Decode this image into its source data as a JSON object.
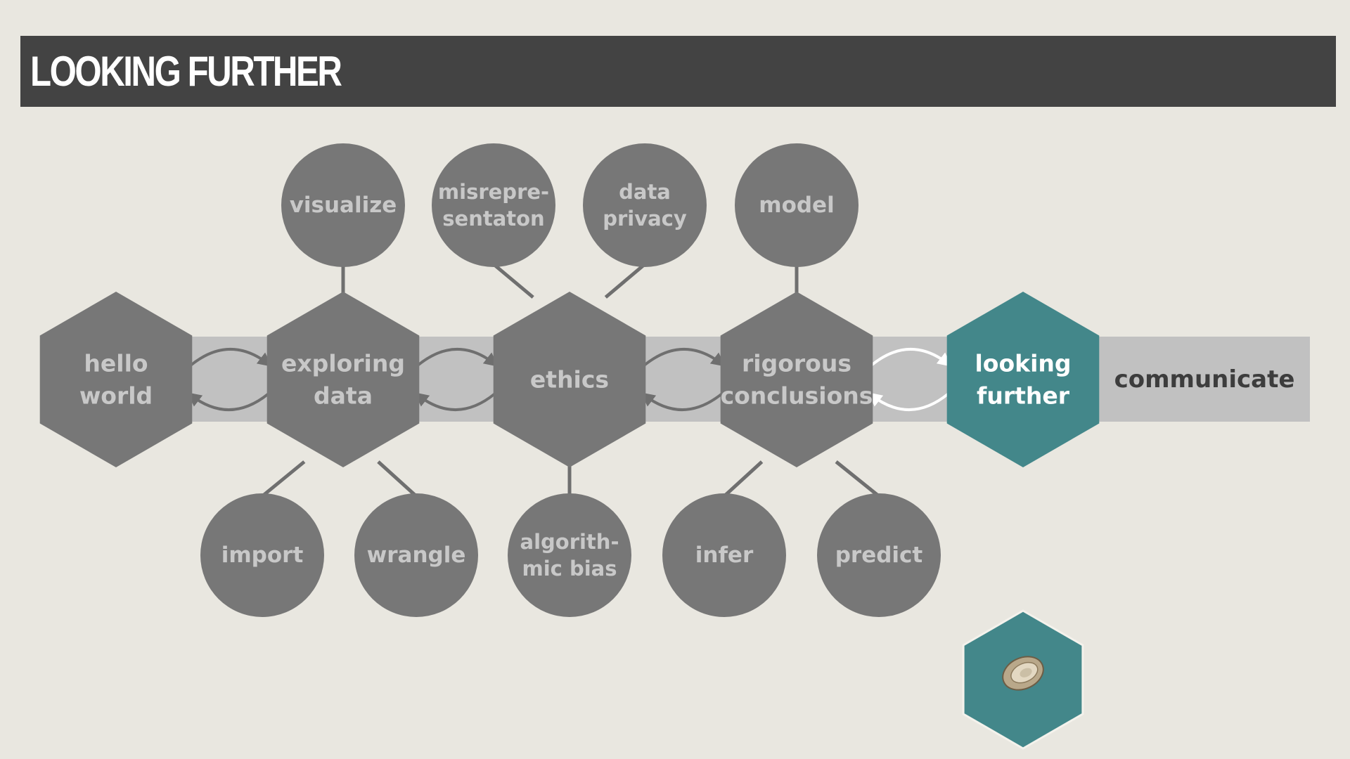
{
  "title": "LOOKING FURTHER",
  "colors": {
    "background": "#e9e7e0",
    "title_bar": "#434343",
    "node_fill": "#777777",
    "node_text": "#c8c8c8",
    "active_fill": "#43878a",
    "active_text": "#ffffff",
    "track": "#c1c1c1",
    "arrow": "#6f6f6f",
    "arrow_active": "#ffffff",
    "upcoming_text": "#3d3d3d"
  },
  "main_nodes": [
    {
      "id": "hello-world",
      "lines": [
        "hello",
        "world"
      ]
    },
    {
      "id": "exploring-data",
      "lines": [
        "exploring",
        "data"
      ]
    },
    {
      "id": "ethics",
      "lines": [
        "ethics"
      ]
    },
    {
      "id": "rigorous-conclusions",
      "lines": [
        "rigorous",
        "conclusions"
      ]
    },
    {
      "id": "looking-further",
      "lines": [
        "looking",
        "further"
      ],
      "active": true
    }
  ],
  "upcoming": {
    "id": "communicate",
    "label": "communicate"
  },
  "top_topics": [
    {
      "id": "visualize",
      "lines": [
        "visualize"
      ],
      "parent": "exploring-data"
    },
    {
      "id": "misrepresentation",
      "lines": [
        "misrepre-",
        "sentaton"
      ],
      "parent": "ethics"
    },
    {
      "id": "data-privacy",
      "lines": [
        "data",
        "privacy"
      ],
      "parent": "ethics"
    },
    {
      "id": "model",
      "lines": [
        "model"
      ],
      "parent": "rigorous-conclusions"
    }
  ],
  "bottom_topics": [
    {
      "id": "import",
      "lines": [
        "import"
      ],
      "parent": "exploring-data"
    },
    {
      "id": "wrangle",
      "lines": [
        "wrangle"
      ],
      "parent": "exploring-data"
    },
    {
      "id": "algorithmic-bias",
      "lines": [
        "algorith-",
        "mic bias"
      ],
      "parent": "ethics"
    },
    {
      "id": "infer",
      "lines": [
        "infer"
      ],
      "parent": "rigorous-conclusions"
    },
    {
      "id": "predict",
      "lines": [
        "predict"
      ],
      "parent": "rigorous-conclusions"
    }
  ],
  "logo": {
    "icon": "oyster-icon",
    "fill": "#43878a"
  }
}
